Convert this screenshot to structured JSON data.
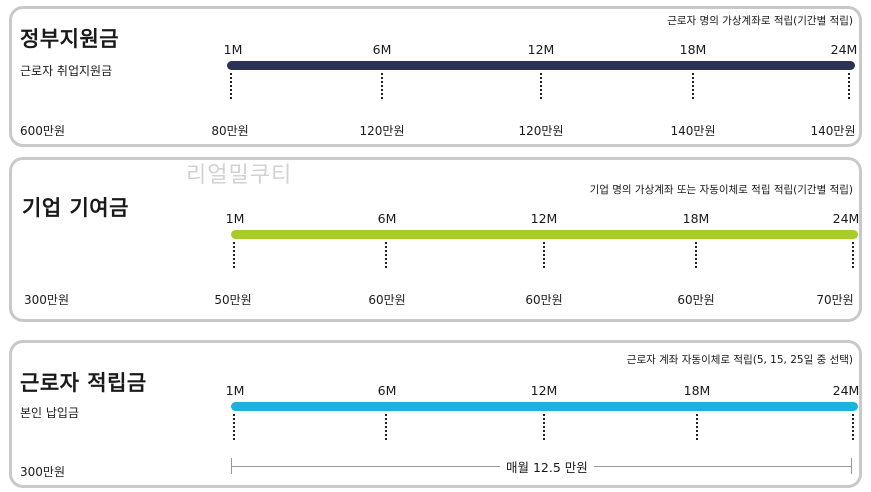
{
  "panels": [
    {
      "title": "정부지원금",
      "subtitle": "근로자 취업지원금",
      "note": "근로자 명의 가상계좌로 적립(기간별 적립)",
      "initial_amount": "600만원",
      "bar_color": "#2b3157",
      "milestones": [
        "1M",
        "6M",
        "12M",
        "18M",
        "24M"
      ],
      "amounts": [
        "80만원",
        "120만원",
        "120만원",
        "140만원",
        "140만원"
      ]
    },
    {
      "title": "기업 기여금",
      "subtitle": "",
      "note": "기업 명의 가상계좌 또는 자동이체로 적립 적립(기간별 적립)",
      "initial_amount": "300만원",
      "bar_color": "#a8cc2a",
      "milestones": [
        "1M",
        "6M",
        "12M",
        "18M",
        "24M"
      ],
      "amounts": [
        "50만원",
        "60만원",
        "60만원",
        "60만원",
        "70만원"
      ]
    },
    {
      "title": "근로자 적립금",
      "subtitle": "본인 납입금",
      "note": "근로자 계좌 자동이체로 적립(5, 15, 25일 중 선택)",
      "initial_amount": "300만원",
      "bar_color": "#1bb3dd",
      "milestones": [
        "1M",
        "6M",
        "12M",
        "18M",
        "24M"
      ],
      "span_label": "매월 12.5 만원"
    }
  ],
  "watermark": "리얼밀쿠티"
}
